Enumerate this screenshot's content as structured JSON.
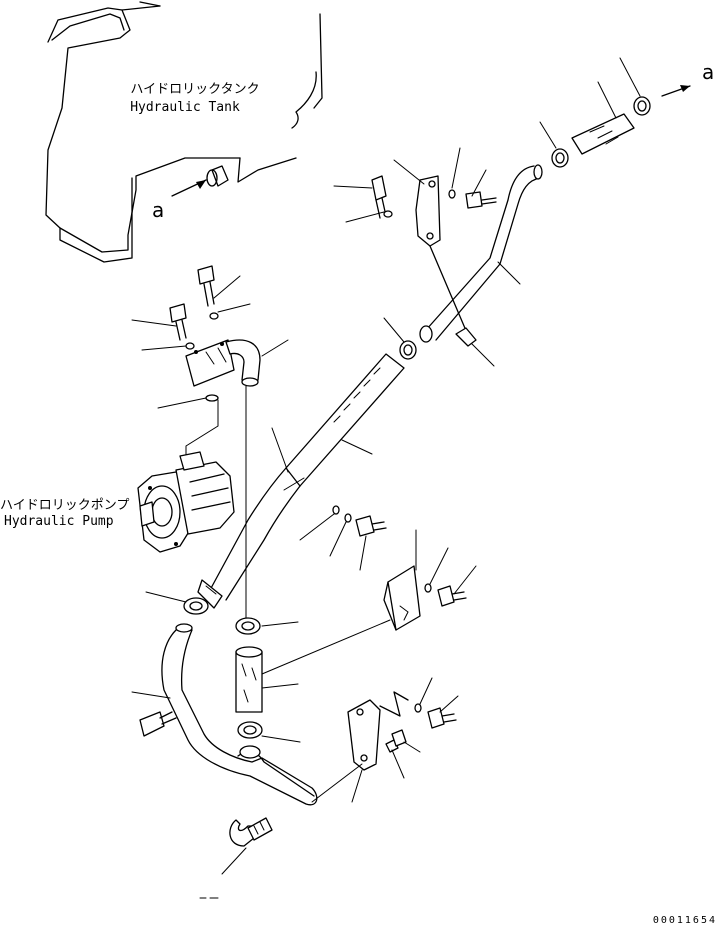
{
  "labels": {
    "hydraulic_tank_jp": "ハイドロリックタンク",
    "hydraulic_tank_en": "Hydraulic Tank",
    "hydraulic_pump_jp": "ハイドロリックポンプ",
    "hydraulic_pump_en": "Hydraulic Pump",
    "callout_a_top": "a",
    "callout_a_tank": "a"
  },
  "document_number": "00011654"
}
